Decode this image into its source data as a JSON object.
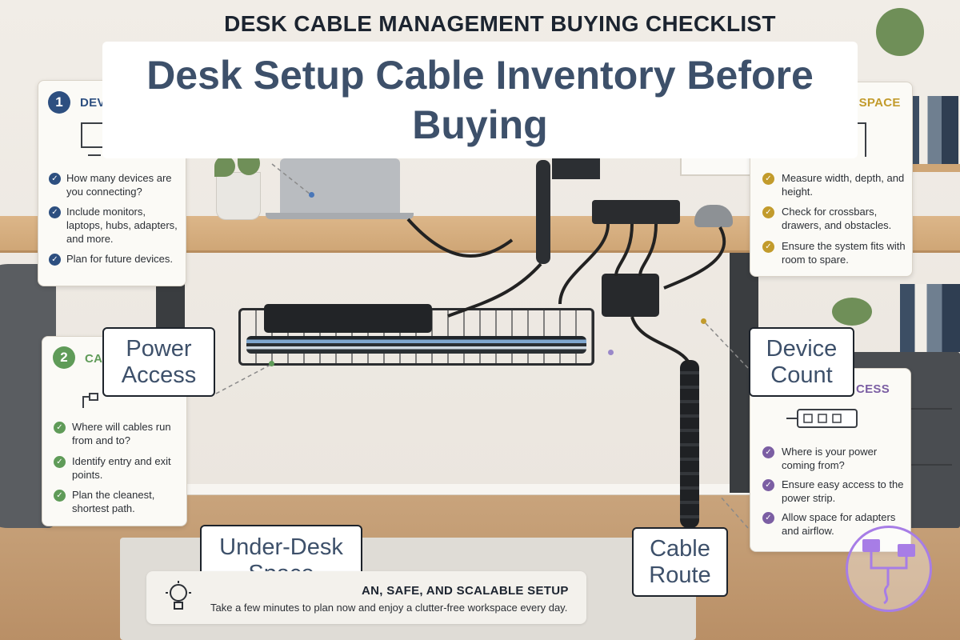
{
  "poster_title": "DESK CABLE MANAGEMENT BUYING CHECKLIST",
  "overlay_title": "Desk Setup Cable Inventory Before Buying",
  "cards": {
    "devices": {
      "number": "1",
      "heading": "DEV",
      "color": "#2d4f80",
      "items": [
        "How many devices are you connecting?",
        "Include monitors, laptops, hubs, adapters, and more.",
        "Plan for future devices."
      ]
    },
    "cable_path": {
      "number": "2",
      "heading": "CA",
      "color": "#5f9b58",
      "items": [
        "Where will cables run from and to?",
        "Identify entry and exit points.",
        "Plan the cleanest, shortest path."
      ]
    },
    "desk_space": {
      "heading": "K SPACE",
      "color": "#c29b2c",
      "items": [
        "Measure width, depth, and height.",
        "Check for crossbars, drawers, and obstacles.",
        "Ensure the system fits with room to spare."
      ]
    },
    "power_access": {
      "heading": "CESS",
      "color": "#7b5ea3",
      "items": [
        "Where is your power coming from?",
        "Ensure easy access to the power strip.",
        "Allow space for adapters and airflow."
      ]
    }
  },
  "labels": {
    "power_access": "Power Access",
    "device_count": "Device Count",
    "under_desk_space": "Under-Desk Space",
    "cable_route": "Cable Route"
  },
  "banner": {
    "heading": "AN, SAFE, AND SCALABLE SETUP",
    "subtext": "Take a few minutes to plan now and enjoy a clutter-free workspace every day."
  },
  "icons": {
    "check": "check-icon",
    "lightbulb": "lightbulb-icon",
    "computer": "computer-icon",
    "plug": "plug-icon",
    "power_strip": "power-strip-icon",
    "network_logo": "network-logo-icon"
  }
}
